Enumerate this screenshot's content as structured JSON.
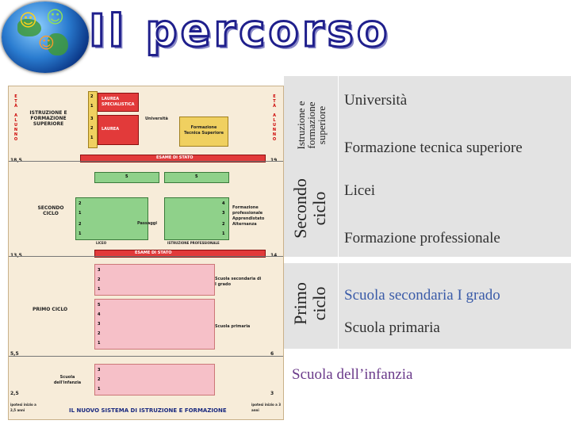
{
  "header": {
    "title": "Il percorso"
  },
  "diagram": {
    "top_label": "ISTRUZIONE E FORMAZIONE SUPERIORE",
    "second_cycle": "SECONDO CICLO",
    "first_cycle": "PRIMO CICLO",
    "infancy": "Scuola dell'infanzia",
    "university": "Università",
    "higher_technical": "Formazione Tecnica Superiore",
    "laurea_spec": "LAUREA SPECIALISTICA",
    "laurea": "LAUREA",
    "exam_state": "ESAME DI STATO",
    "exam_state_2": "ESAME DI STATO",
    "passages": "Passaggi",
    "vocational_list": [
      "Formazione professionale",
      "Apprendistato",
      "Alternanza"
    ],
    "liceo": "LICEO",
    "istruzione_prof": "ISTRUZIONE PROFESSIONALE",
    "sec_first_grade": "Scuola secondaria di I grado",
    "primary": "Scuola primaria",
    "footer": "IL NUOVO SISTEMA DI ISTRUZIONE E FORMAZIONE",
    "age_start_left": "ipotesi inizio a 2,5 anni",
    "age_start_right": "ipotesi inizio a 3 anni",
    "side_age_left": [
      "18,5",
      "13,5",
      "5,5",
      "2,5"
    ],
    "side_age_right": [
      "19",
      "14",
      "6",
      "3"
    ]
  },
  "panel": {
    "group_higher": "Istruzione e formazione superiore",
    "group_second": "Secondo ciclo",
    "group_first": "Primo ciclo",
    "university": "Università",
    "higher_technical": "Formazione tecnica superiore",
    "licei": "Licei",
    "vocational": "Formazione professionale",
    "secondary_first": "Scuola secondaria I grado",
    "primary": "Scuola primaria",
    "infancy": "Scuola dell’infanzia"
  }
}
